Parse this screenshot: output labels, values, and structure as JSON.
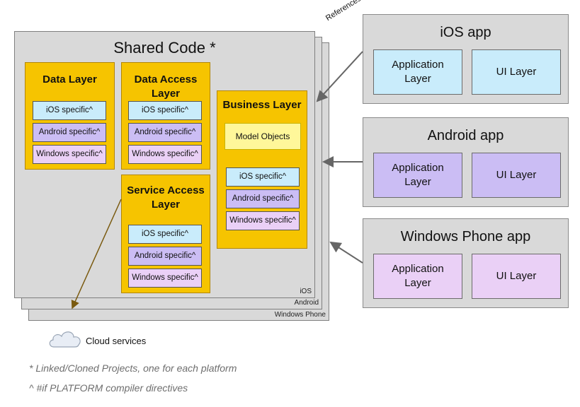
{
  "shared": {
    "title": "Shared Code *",
    "platform_labels": [
      "iOS",
      "Android",
      "Windows Phone"
    ]
  },
  "data_layer": {
    "title": "Data Layer",
    "chips": [
      "iOS specific^",
      "Android specific^",
      "Windows specific^"
    ]
  },
  "data_access_layer": {
    "title_line1": "Data Access",
    "title_line2": "Layer",
    "chips": [
      "iOS specific^",
      "Android specific^",
      "Windows specific^"
    ]
  },
  "service_access_layer": {
    "title_line1": "Service Access",
    "title_line2": "Layer",
    "chips": [
      "iOS specific^",
      "Android specific^",
      "Windows specific^"
    ]
  },
  "business_layer": {
    "title": "Business Layer",
    "model_objects": "Model Objects",
    "chips": [
      "iOS specific^",
      "Android specific^",
      "Windows specific^"
    ]
  },
  "references_label": "References",
  "apps": [
    {
      "title": "iOS app",
      "app_layer_line1": "Application",
      "app_layer_line2": "Layer",
      "ui_layer": "UI Layer",
      "color": "#c9ecfb"
    },
    {
      "title": "Android app",
      "app_layer_line1": "Application",
      "app_layer_line2": "Layer",
      "ui_layer": "UI Layer",
      "color": "#cbbdf4"
    },
    {
      "title": "Windows Phone app",
      "app_layer_line1": "Application",
      "app_layer_line2": "Layer",
      "ui_layer": "UI Layer",
      "color": "#ead0f6"
    }
  ],
  "cloud": {
    "label": "Cloud services"
  },
  "notes": [
    "* Linked/Cloned Projects, one for each platform",
    "^ #if PLATFORM compiler directives"
  ],
  "colors": {
    "layer": "#f6c400",
    "ios": "#c9ecfb",
    "android": "#cbbdf4",
    "windows": "#ead0f6",
    "model": "#fff79a"
  }
}
